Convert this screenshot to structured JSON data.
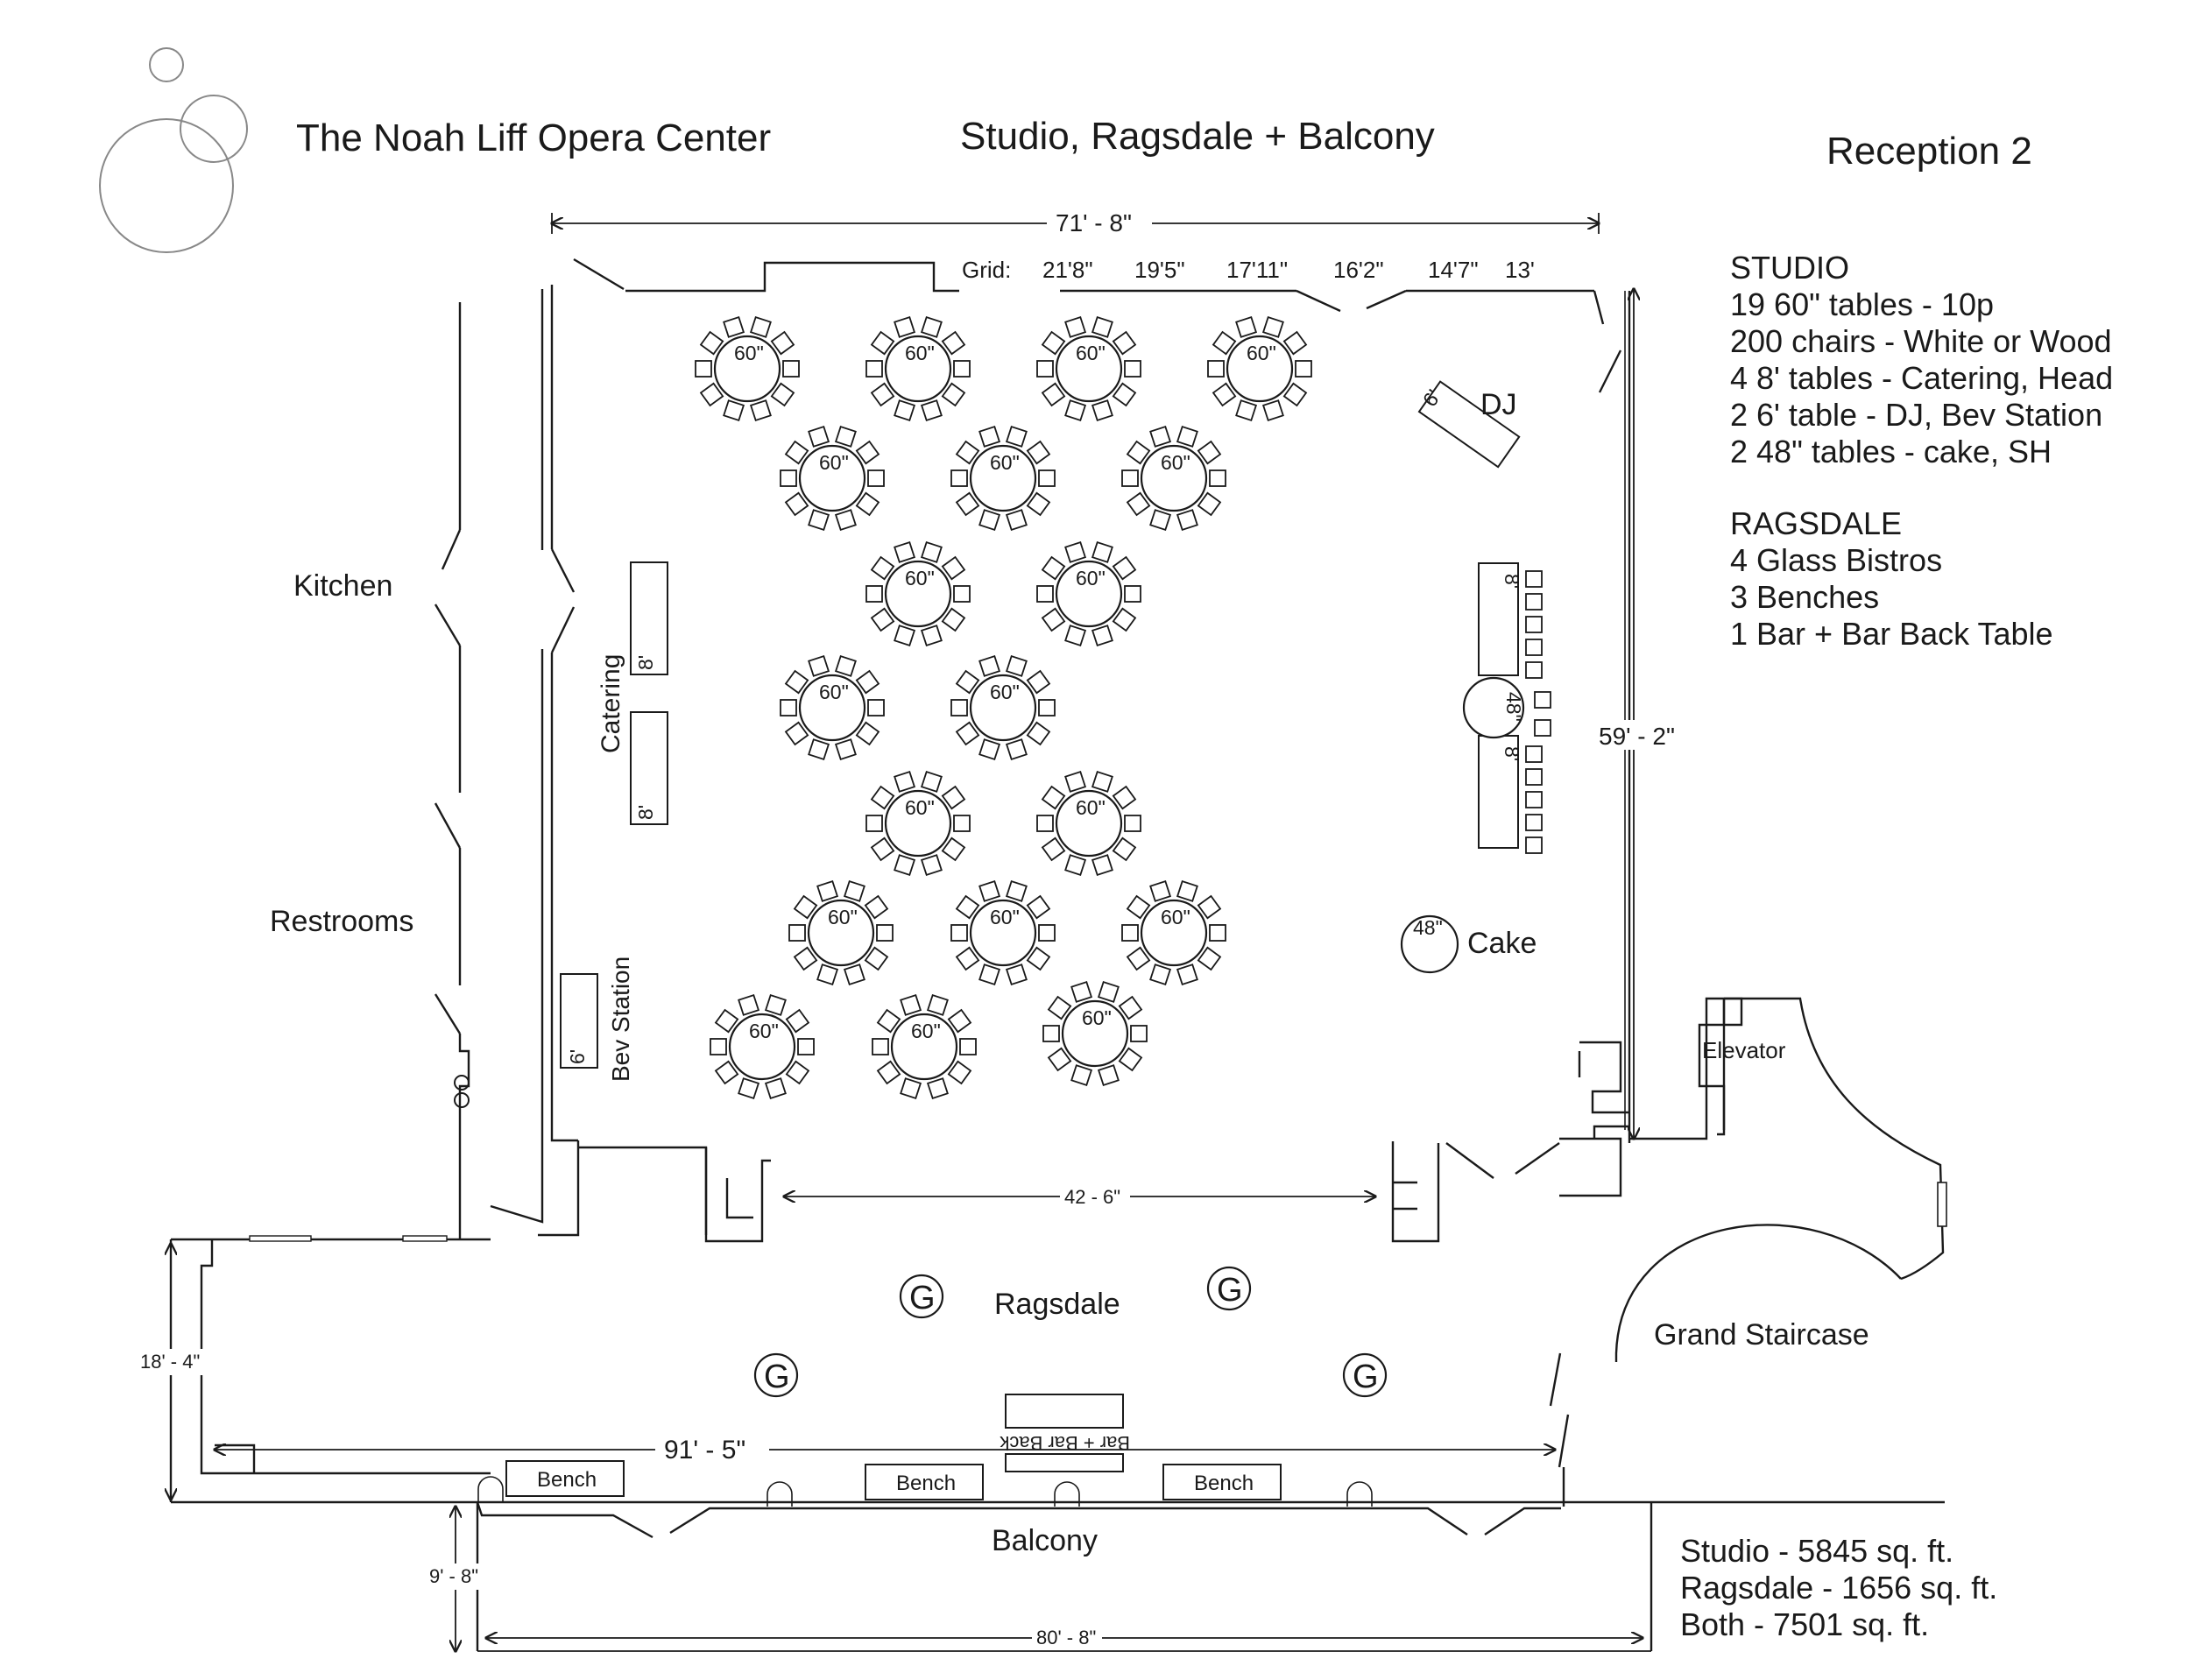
{
  "header": {
    "venue": "The Noah Liff Opera Center",
    "spaces": "Studio, Ragsdale + Balcony",
    "layout": "Reception 2"
  },
  "dimensions": {
    "studio_width": "71' - 8\"",
    "studio_depth": "59' - 2\"",
    "ragsdale_inner": "42 - 6\"",
    "ragsdale_width": "91' - 5\"",
    "ragsdale_depth": "18' - 4\"",
    "balcony_width": "80' - 8\"",
    "balcony_depth": "9' - 8\""
  },
  "grid": {
    "label": "Grid:",
    "values": [
      "21'8\"",
      "19'5\"",
      "17'11\"",
      "16'2\"",
      "14'7\"",
      "13'"
    ]
  },
  "rooms": {
    "kitchen": "Kitchen",
    "restrooms": "Restrooms",
    "ragsdale": "Ragsdale",
    "balcony": "Balcony",
    "grand_staircase": "Grand Staircase",
    "elevator": "Elevator"
  },
  "stations": {
    "catering": "Catering",
    "bev_station": "Bev Station",
    "dj": "DJ",
    "cake": "Cake",
    "bar": "Bar + Bar Back",
    "bench": "Bench",
    "glass_bistro": "G"
  },
  "table_labels": {
    "round60": "60\"",
    "round48": "48\"",
    "rect8": "8'",
    "rect6": "6'"
  },
  "studio_tables": [
    {
      "label": "60\""
    },
    {
      "label": "60\""
    },
    {
      "label": "60\""
    },
    {
      "label": "60\""
    },
    {
      "label": "60\""
    },
    {
      "label": "60\""
    },
    {
      "label": "60\""
    },
    {
      "label": "60\""
    },
    {
      "label": "60\""
    },
    {
      "label": "60\""
    },
    {
      "label": "60\""
    },
    {
      "label": "60\""
    },
    {
      "label": "60\""
    },
    {
      "label": "60\""
    },
    {
      "label": "60\""
    },
    {
      "label": "60\""
    },
    {
      "label": "60\""
    },
    {
      "label": "60\""
    },
    {
      "label": "60\""
    }
  ],
  "notes": {
    "studio": [
      "STUDIO",
      "19 60\" tables - 10p",
      "200 chairs - White or Wood",
      "4 8' tables - Catering, Head",
      "2 6' table - DJ, Bev Station",
      "2 48\" tables - cake, SH"
    ],
    "ragsdale": [
      "RAGSDALE",
      "4 Glass Bistros",
      "3 Benches",
      "1 Bar + Bar Back Table"
    ],
    "area": [
      "Studio - 5845 sq. ft.",
      "Ragsdale - 1656 sq. ft.",
      "Both - 7501 sq. ft."
    ]
  }
}
